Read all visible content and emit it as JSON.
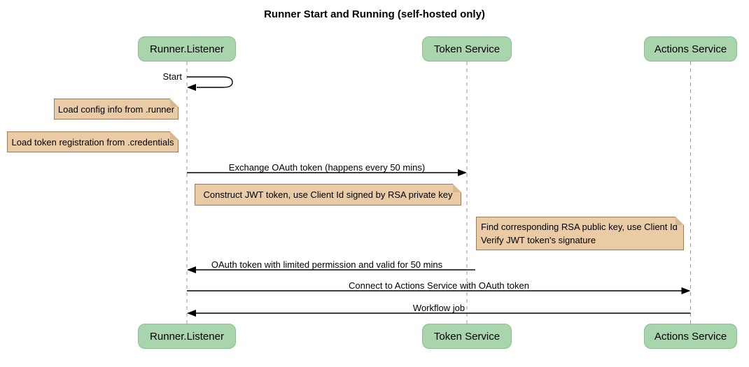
{
  "title": "Runner Start and Running (self-hosted only)",
  "colors": {
    "participant_fill": "#A8D5AC",
    "participant_border": "#8BBD90",
    "note_fill": "#EACBA6",
    "note_border": "#9C7C55",
    "note_fold": "#D9B88F",
    "lifeline": "#999999",
    "arrow": "#000000",
    "background": "#FFFFFF",
    "text": "#000000"
  },
  "participants": [
    {
      "label": "Runner.Listener"
    },
    {
      "label": "Token Service"
    },
    {
      "label": "Actions Service"
    }
  ],
  "messages": [
    {
      "kind": "self",
      "from": "Runner.Listener",
      "to": "Runner.Listener",
      "text": "Start"
    },
    {
      "kind": "arrow",
      "from": "Runner.Listener",
      "to": "Token Service",
      "text": "Exchange OAuth token (happens every 50 mins)"
    },
    {
      "kind": "arrow",
      "from": "Token Service",
      "to": "Runner.Listener",
      "text": "OAuth token with limited permission and valid for 50 mins"
    },
    {
      "kind": "arrow",
      "from": "Runner.Listener",
      "to": "Actions Service",
      "text": "Connect to Actions Service with OAuth token"
    },
    {
      "kind": "arrow",
      "from": "Actions Service",
      "to": "Runner.Listener",
      "text": "Workflow job"
    }
  ],
  "notes": [
    {
      "text": "Load config info from .runner"
    },
    {
      "text": "Load token registration from .credentials"
    },
    {
      "text": "Construct JWT token, use Client Id signed by RSA private key"
    },
    {
      "lines": [
        "Find corresponding RSA public key, use Client Id",
        "Verify JWT token's signature"
      ]
    }
  ]
}
